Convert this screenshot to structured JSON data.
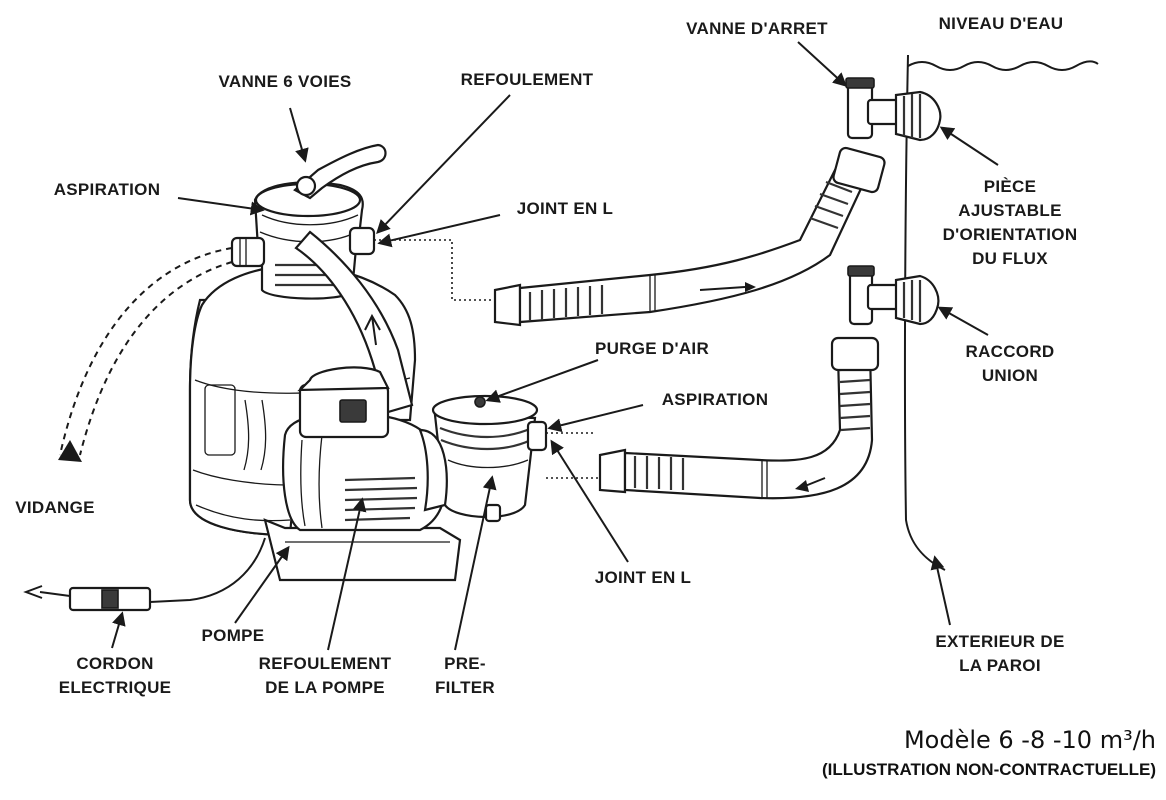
{
  "labels": {
    "vanne_6_voies": "VANNE 6 VOIES",
    "refoulement": "REFOULEMENT",
    "aspiration_valve": "ASPIRATION",
    "joint_en_l_top": "JOINT EN L",
    "vanne_arret": "VANNE D'ARRET",
    "niveau_eau": "NIVEAU D'EAU",
    "piece_ajustable": [
      "PIÈCE",
      "AJUSTABLE",
      "D'ORIENTATION",
      "DU FLUX"
    ],
    "raccord_union": [
      "RACCORD",
      "UNION"
    ],
    "purge_air": "PURGE D'AIR",
    "aspiration_prefilter": "ASPIRATION",
    "vidange": "VIDANGE",
    "joint_en_l_bottom": "JOINT EN L",
    "pompe": "POMPE",
    "refoulement_pompe": [
      "REFOULEMENT",
      "DE LA POMPE"
    ],
    "pre_filter": [
      "PRE-",
      "FILTER"
    ],
    "cordon_electrique": [
      "CORDON",
      "ELECTRIQUE"
    ],
    "exterieur_paroi": [
      "EXTERIEUR DE",
      "LA PAROI"
    ]
  },
  "model": {
    "title": "Modèle 6 -8 -10 m³/h",
    "note": "(ILLUSTRATION NON-CONTRACTUELLE)"
  }
}
